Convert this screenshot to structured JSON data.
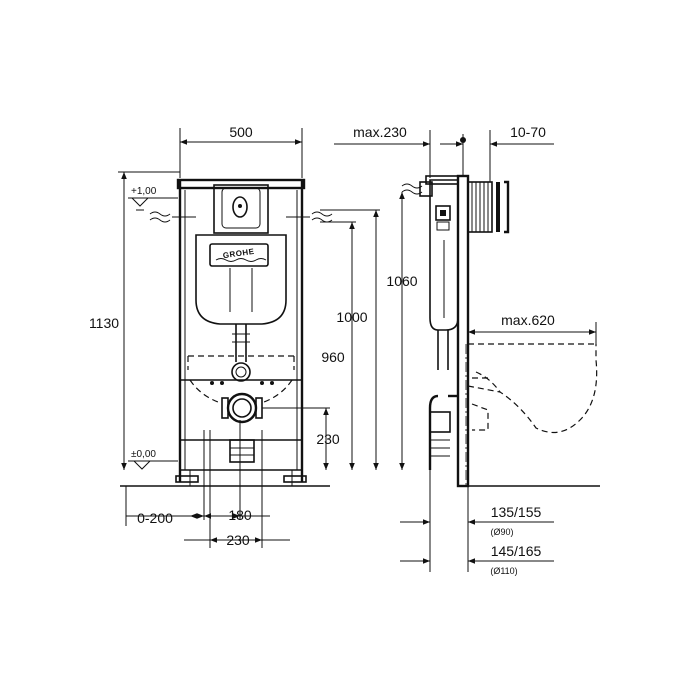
{
  "diagram": {
    "brand_logo": "GROHE",
    "front_view": {
      "width": "500",
      "height_total": "1130",
      "level_top": "+1,00",
      "level_floor": "±0,00",
      "dim_1000": "1000",
      "dim_960": "960",
      "dim_230": "230",
      "dim_0_200": "0-200",
      "dim_180": "180",
      "dim_230_bottom": "230"
    },
    "side_view": {
      "max_230": "max.230",
      "dim_10_70": "10-70",
      "dim_1060": "1060",
      "max_620": "max.620",
      "dim_135_155": "135/155",
      "dia_90": "(Ø90)",
      "dim_145_165": "145/165",
      "dia_110": "(Ø110)"
    }
  }
}
